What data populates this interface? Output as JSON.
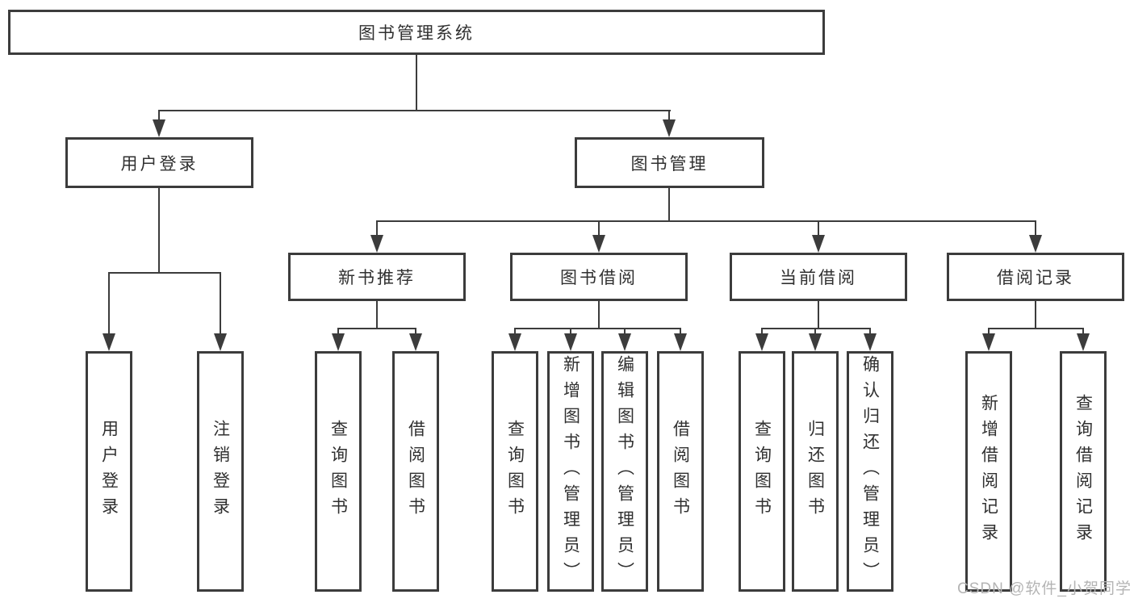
{
  "colors": {
    "line": "#3c3c3c",
    "text": "#303030",
    "watermark": "#b4b4b4",
    "bg": "#ffffff"
  },
  "tree": {
    "root": {
      "label": "图书管理系统"
    },
    "branches": [
      {
        "label": "用户登录",
        "children": [
          {
            "label": "用户登录"
          },
          {
            "label": "注销登录"
          }
        ]
      },
      {
        "label": "图书管理",
        "sections": [
          {
            "label": "新书推荐",
            "children": [
              {
                "label": "查询图书"
              },
              {
                "label": "借阅图书"
              }
            ]
          },
          {
            "label": "图书借阅",
            "children": [
              {
                "label": "查询图书"
              },
              {
                "label": "新增图书（管理员）"
              },
              {
                "label": "编辑图书（管理员）"
              },
              {
                "label": "借阅图书"
              }
            ]
          },
          {
            "label": "当前借阅",
            "children": [
              {
                "label": "查询图书"
              },
              {
                "label": "归还图书"
              },
              {
                "label": "确认归还（管理员）"
              }
            ]
          },
          {
            "label": "借阅记录",
            "children": [
              {
                "label": "新增借阅记录"
              },
              {
                "label": "查询借阅记录"
              }
            ]
          }
        ]
      }
    ]
  },
  "watermark": {
    "text": "CSDN @软件_小贺同学"
  }
}
